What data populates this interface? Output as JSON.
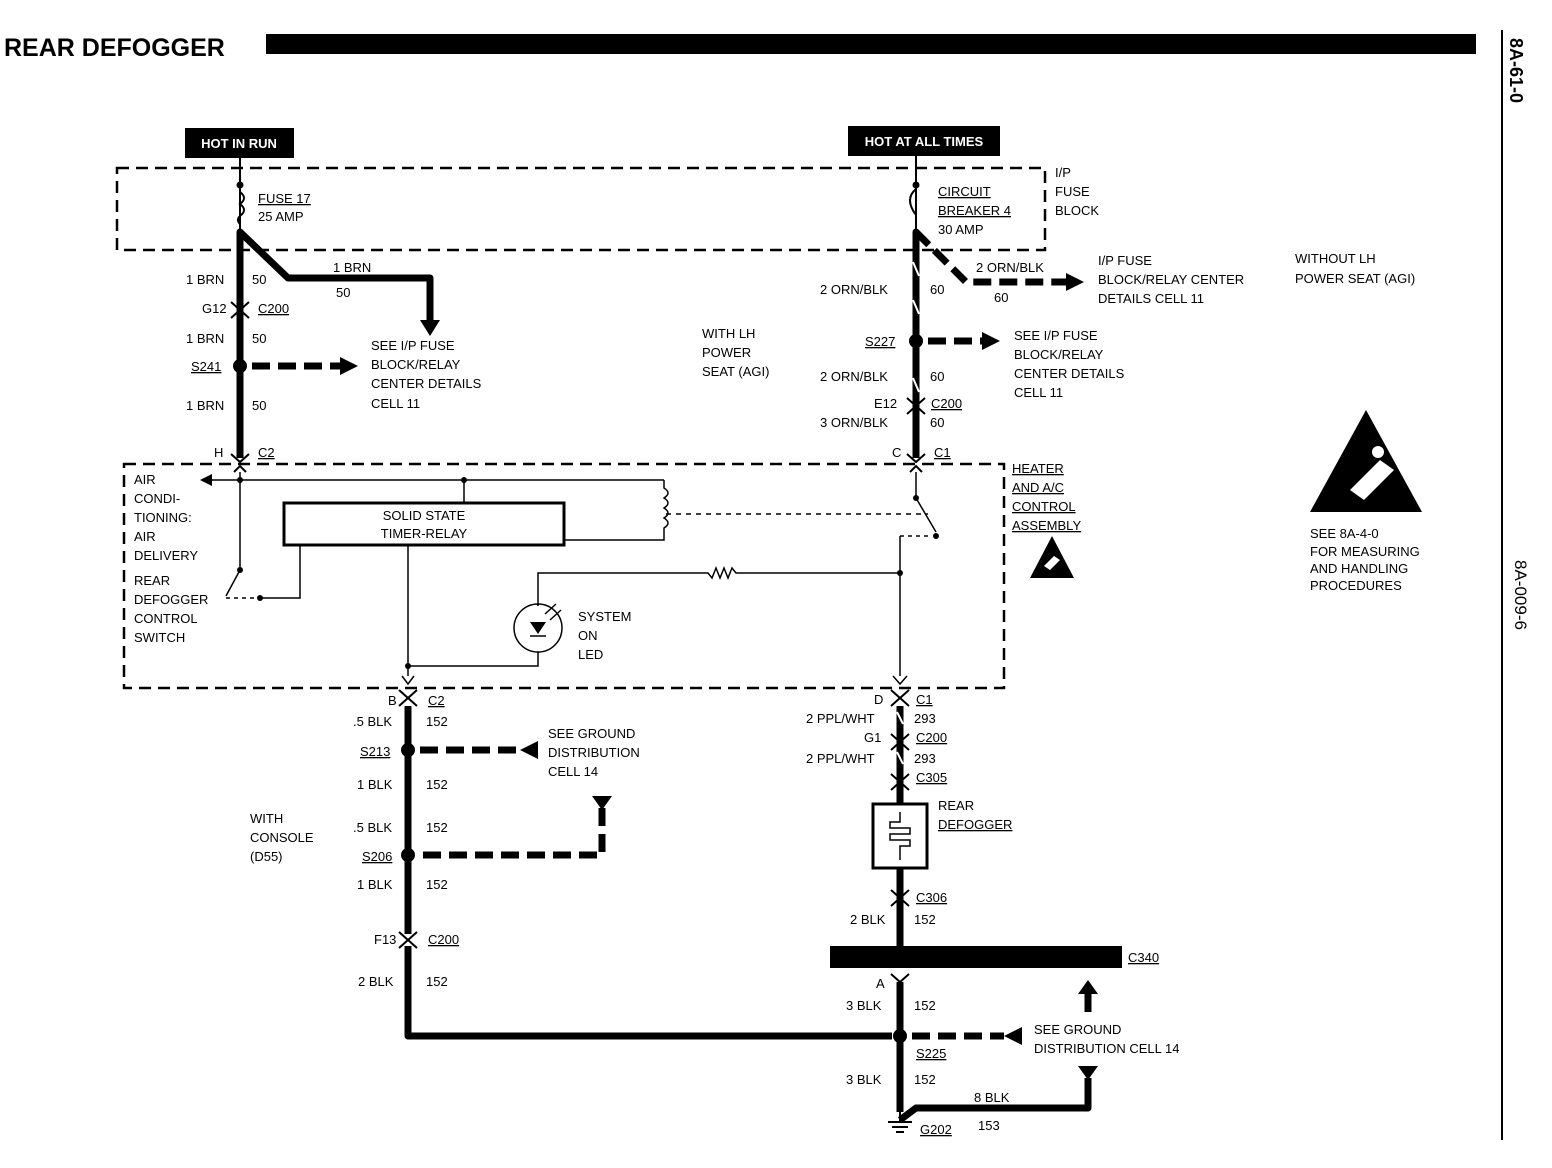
{
  "title": "REAR DEFOGGER",
  "page_ref": "8A-61-0",
  "figure_ref": "8A-009-6",
  "power": {
    "hot_in_run": "HOT IN RUN",
    "hot_at_all_times": "HOT AT ALL TIMES"
  },
  "fuse_block": {
    "label": [
      "I/P",
      "FUSE",
      "BLOCK"
    ],
    "fuse": [
      "FUSE 17",
      "25 AMP"
    ],
    "breaker": [
      "CIRCUIT",
      "BREAKER 4",
      "30 AMP"
    ]
  },
  "left_circuit": {
    "wire_1brn": "1 BRN",
    "circuit_50": "50",
    "g12": "G12",
    "c200": "C200",
    "s241": "S241",
    "see_ip_fuse": [
      "SEE I/P FUSE",
      "BLOCK/RELAY",
      "CENTER DETAILS",
      "CELL 11"
    ],
    "h": "H",
    "c2": "C2"
  },
  "right_circuit": {
    "wire_2orn": "2 ORN/BLK",
    "wire_3orn": "3 ORN/BLK",
    "circuit_60": "60",
    "s227": "S227",
    "e12": "E12",
    "c200": "C200",
    "with_lh": [
      "WITH LH",
      "POWER",
      "SEAT (AGI)"
    ],
    "without_lh": [
      "WITHOUT LH",
      "POWER SEAT (AGI)"
    ],
    "ip_fuse_relay": [
      "I/P FUSE",
      "BLOCK/RELAY CENTER",
      "DETAILS CELL 11"
    ],
    "see_ip_fuse": [
      "SEE I/P FUSE",
      "BLOCK/RELAY",
      "CENTER DETAILS",
      "CELL 11"
    ],
    "c": "C",
    "c1": "C1"
  },
  "control_assembly": {
    "label": [
      "HEATER",
      "AND A/C",
      "CONTROL",
      "ASSEMBLY"
    ],
    "air_cond": [
      "AIR",
      "CONDI-",
      "TIONING:",
      "AIR",
      "DELIVERY"
    ],
    "switch": [
      "REAR",
      "DEFOGGER",
      "CONTROL",
      "SWITCH"
    ],
    "timer": [
      "SOLID STATE",
      "TIMER-RELAY"
    ],
    "led": [
      "SYSTEM",
      "ON",
      "LED"
    ]
  },
  "ground_left": {
    "b": "B",
    "c2": "C2",
    "wire_05blk": ".5 BLK",
    "wire_1blk": "1 BLK",
    "wire_2blk": "2 BLK",
    "circuit_152": "152",
    "s213": "S213",
    "s206": "S206",
    "f13": "F13",
    "c200": "C200",
    "see_ground": [
      "SEE GROUND",
      "DISTRIBUTION",
      "CELL 14"
    ],
    "with_console": [
      "WITH",
      "CONSOLE",
      "(D55)"
    ]
  },
  "defogger_circuit": {
    "d": "D",
    "c1": "C1",
    "wire_ppl": "2 PPL/WHT",
    "circuit_293": "293",
    "g1": "G1",
    "c200": "C200",
    "c305": "C305",
    "defogger": [
      "REAR",
      "DEFOGGER"
    ],
    "c306": "C306",
    "wire_2blk": "2 BLK",
    "circuit_152": "152",
    "c340": "C340",
    "a": "A",
    "wire_3blk": "3 BLK",
    "s225": "S225",
    "see_ground": [
      "SEE GROUND",
      "DISTRIBUTION CELL 14"
    ],
    "wire_8blk": "8 BLK",
    "circuit_153": "153",
    "g202": "G202"
  },
  "esd_note": [
    "SEE 8A-4-0",
    "FOR MEASURING",
    "AND HANDLING",
    "PROCEDURES"
  ]
}
